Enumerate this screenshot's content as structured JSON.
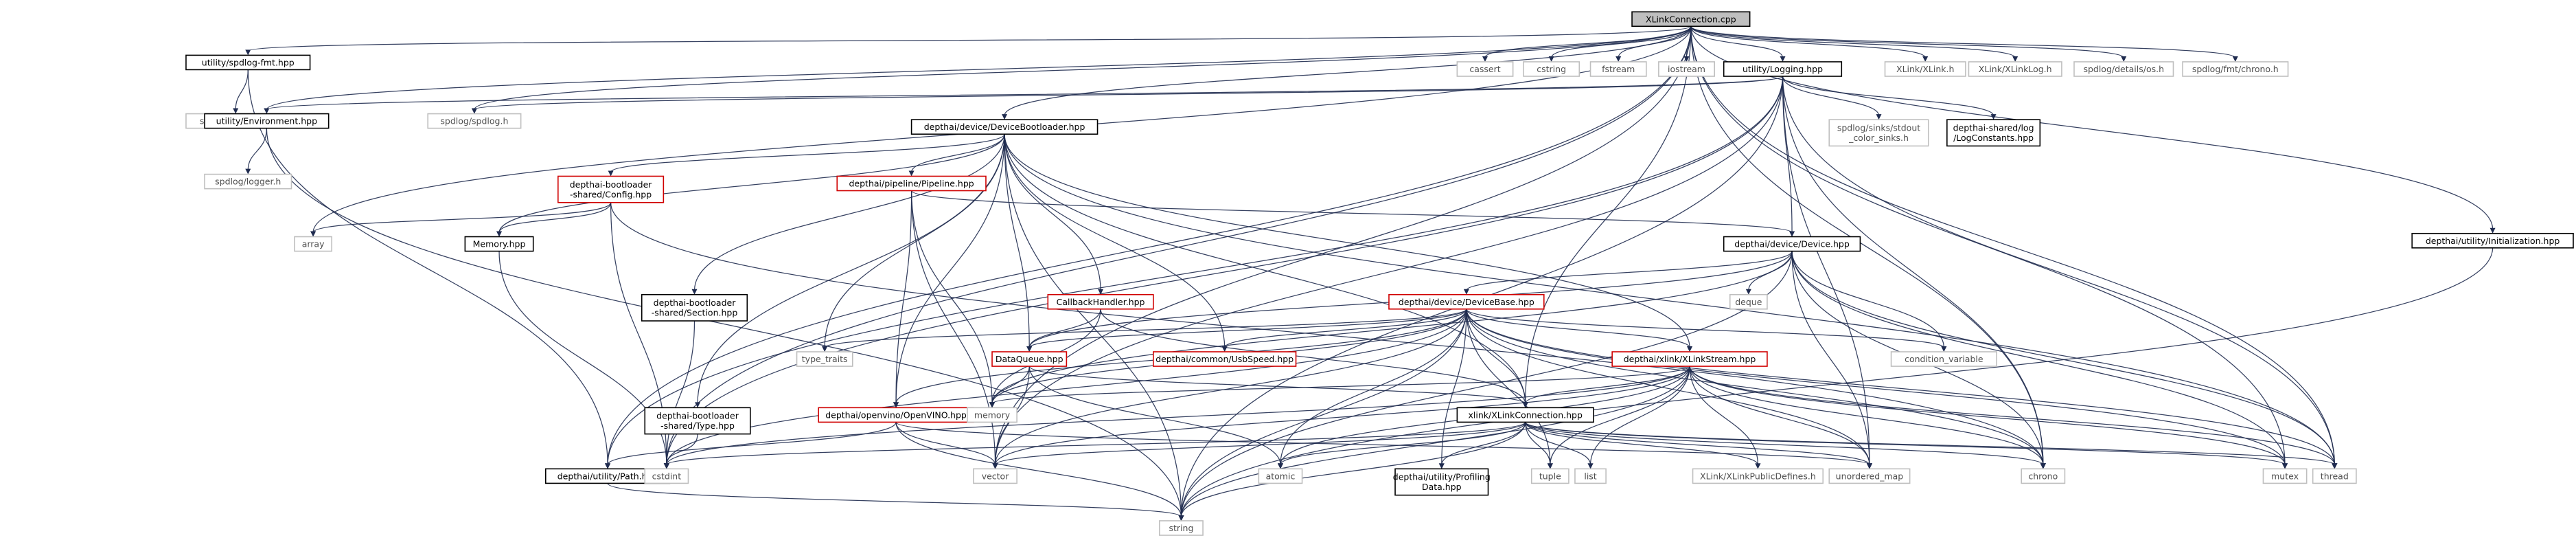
{
  "diagram": {
    "nodes": [
      {
        "id": "root",
        "lines": [
          "XLinkConnection.cpp"
        ],
        "style": "root"
      },
      {
        "id": "fmt_hpp",
        "lines": [
          "utility/spdlog-fmt.hpp"
        ],
        "style": "plain"
      },
      {
        "id": "fmt_h",
        "lines": [
          "spdlog/fmt/fmt.h"
        ],
        "style": "ext"
      },
      {
        "id": "env",
        "lines": [
          "utility/Environment.hpp"
        ],
        "style": "plain"
      },
      {
        "id": "logger",
        "lines": [
          "spdlog/logger.h"
        ],
        "style": "ext"
      },
      {
        "id": "spdlog_h",
        "lines": [
          "spdlog/spdlog.h"
        ],
        "style": "ext"
      },
      {
        "id": "cassert",
        "lines": [
          "cassert"
        ],
        "style": "ext"
      },
      {
        "id": "cstring",
        "lines": [
          "cstring"
        ],
        "style": "ext"
      },
      {
        "id": "fstream",
        "lines": [
          "fstream"
        ],
        "style": "ext"
      },
      {
        "id": "iostream",
        "lines": [
          "iostream"
        ],
        "style": "ext"
      },
      {
        "id": "logging",
        "lines": [
          "utility/Logging.hpp"
        ],
        "style": "plain"
      },
      {
        "id": "xlink_h",
        "lines": [
          "XLink/XLink.h"
        ],
        "style": "ext"
      },
      {
        "id": "xlinklog",
        "lines": [
          "XLink/XLinkLog.h"
        ],
        "style": "ext"
      },
      {
        "id": "details_os",
        "lines": [
          "spdlog/details/os.h"
        ],
        "style": "ext"
      },
      {
        "id": "chrono_h",
        "lines": [
          "spdlog/fmt/chrono.h"
        ],
        "style": "ext"
      },
      {
        "id": "init",
        "lines": [
          "depthai/utility/Initialization.hpp"
        ],
        "style": "plain"
      },
      {
        "id": "sinks",
        "lines": [
          "spdlog/sinks/stdout",
          "_color_sinks.h"
        ],
        "style": "ext"
      },
      {
        "id": "logconst",
        "lines": [
          "depthai-shared/log",
          "/LogConstants.hpp"
        ],
        "style": "plain"
      },
      {
        "id": "bootloader",
        "lines": [
          "depthai/device/DeviceBootloader.hpp"
        ],
        "style": "plain"
      },
      {
        "id": "bl_config",
        "lines": [
          "depthai-bootloader",
          "-shared/Config.hpp"
        ],
        "style": "red"
      },
      {
        "id": "pipeline",
        "lines": [
          "depthai/pipeline/Pipeline.hpp"
        ],
        "style": "red"
      },
      {
        "id": "device",
        "lines": [
          "depthai/device/Device.hpp"
        ],
        "style": "plain"
      },
      {
        "id": "array",
        "lines": [
          "array"
        ],
        "style": "ext"
      },
      {
        "id": "memory_hpp",
        "lines": [
          "Memory.hpp"
        ],
        "style": "plain"
      },
      {
        "id": "bl_section",
        "lines": [
          "depthai-bootloader",
          "-shared/Section.hpp"
        ],
        "style": "plain"
      },
      {
        "id": "callback",
        "lines": [
          "CallbackHandler.hpp"
        ],
        "style": "red"
      },
      {
        "id": "devicebase",
        "lines": [
          "depthai/device/DeviceBase.hpp"
        ],
        "style": "red"
      },
      {
        "id": "deque",
        "lines": [
          "deque"
        ],
        "style": "ext"
      },
      {
        "id": "condvar",
        "lines": [
          "condition_variable"
        ],
        "style": "ext"
      },
      {
        "id": "type_traits",
        "lines": [
          "type_traits"
        ],
        "style": "ext"
      },
      {
        "id": "dataqueue",
        "lines": [
          "DataQueue.hpp"
        ],
        "style": "red"
      },
      {
        "id": "usbspeed",
        "lines": [
          "depthai/common/UsbSpeed.hpp"
        ],
        "style": "red"
      },
      {
        "id": "xlinkstream",
        "lines": [
          "depthai/xlink/XLinkStream.hpp"
        ],
        "style": "red"
      },
      {
        "id": "bl_type",
        "lines": [
          "depthai-bootloader",
          "-shared/Type.hpp"
        ],
        "style": "plain"
      },
      {
        "id": "openvino",
        "lines": [
          "depthai/openvino/OpenVINO.hpp"
        ],
        "style": "red"
      },
      {
        "id": "memory",
        "lines": [
          "memory"
        ],
        "style": "ext"
      },
      {
        "id": "xlinkconn",
        "lines": [
          "xlink/XLinkConnection.hpp"
        ],
        "style": "plain"
      },
      {
        "id": "path",
        "lines": [
          "depthai/utility/Path.hpp"
        ],
        "style": "plain"
      },
      {
        "id": "cstdint",
        "lines": [
          "cstdint"
        ],
        "style": "ext"
      },
      {
        "id": "vector",
        "lines": [
          "vector"
        ],
        "style": "ext"
      },
      {
        "id": "atomic",
        "lines": [
          "atomic"
        ],
        "style": "ext"
      },
      {
        "id": "profiling",
        "lines": [
          "depthai/utility/Profiling",
          "Data.hpp"
        ],
        "style": "plain"
      },
      {
        "id": "tuple",
        "lines": [
          "tuple"
        ],
        "style": "ext"
      },
      {
        "id": "list",
        "lines": [
          "list"
        ],
        "style": "ext"
      },
      {
        "id": "xlinkdefs",
        "lines": [
          "XLink/XLinkPublicDefines.h"
        ],
        "style": "ext"
      },
      {
        "id": "unordered_map",
        "lines": [
          "unordered_map"
        ],
        "style": "ext"
      },
      {
        "id": "chrono",
        "lines": [
          "chrono"
        ],
        "style": "ext"
      },
      {
        "id": "mutex",
        "lines": [
          "mutex"
        ],
        "style": "ext"
      },
      {
        "id": "thread",
        "lines": [
          "thread"
        ],
        "style": "ext"
      },
      {
        "id": "string",
        "lines": [
          "string"
        ],
        "style": "ext"
      }
    ],
    "edges": [
      [
        "root",
        "fmt_hpp"
      ],
      [
        "root",
        "env"
      ],
      [
        "root",
        "array"
      ],
      [
        "root",
        "spdlog_h"
      ],
      [
        "root",
        "cassert"
      ],
      [
        "root",
        "cstring"
      ],
      [
        "root",
        "fstream"
      ],
      [
        "root",
        "iostream"
      ],
      [
        "root",
        "logging"
      ],
      [
        "root",
        "xlink_h"
      ],
      [
        "root",
        "xlinklog"
      ],
      [
        "root",
        "details_os"
      ],
      [
        "root",
        "chrono_h"
      ],
      [
        "root",
        "init"
      ],
      [
        "root",
        "xlinkconn"
      ],
      [
        "root",
        "thread"
      ],
      [
        "root",
        "mutex"
      ],
      [
        "root",
        "chrono"
      ],
      [
        "root",
        "cstdint"
      ],
      [
        "root",
        "vector"
      ],
      [
        "root",
        "bootloader"
      ],
      [
        "root",
        "path"
      ],
      [
        "fmt_hpp",
        "fmt_h"
      ],
      [
        "fmt_hpp",
        "path"
      ],
      [
        "env",
        "logger"
      ],
      [
        "env",
        "string"
      ],
      [
        "logging",
        "sinks"
      ],
      [
        "logging",
        "logconst"
      ],
      [
        "logging",
        "device"
      ],
      [
        "logging",
        "env"
      ],
      [
        "logging",
        "spdlog_h"
      ],
      [
        "logging",
        "chrono"
      ],
      [
        "logging",
        "unordered_map"
      ],
      [
        "logging",
        "thread"
      ],
      [
        "logging",
        "cstdint"
      ],
      [
        "logging",
        "string"
      ],
      [
        "logging",
        "path"
      ],
      [
        "logging",
        "vector"
      ],
      [
        "init",
        "string"
      ],
      [
        "bootloader",
        "bl_config"
      ],
      [
        "bootloader",
        "pipeline"
      ],
      [
        "bootloader",
        "memory_hpp"
      ],
      [
        "bootloader",
        "bl_section"
      ],
      [
        "bootloader",
        "bl_type"
      ],
      [
        "bootloader",
        "callback"
      ],
      [
        "bootloader",
        "dataqueue"
      ],
      [
        "bootloader",
        "type_traits"
      ],
      [
        "bootloader",
        "usbspeed"
      ],
      [
        "bootloader",
        "xlinkstream"
      ],
      [
        "bootloader",
        "xlinkconn"
      ],
      [
        "bootloader",
        "openvino"
      ],
      [
        "bootloader",
        "thread"
      ],
      [
        "bootloader",
        "string"
      ],
      [
        "bl_config",
        "array"
      ],
      [
        "bl_config",
        "memory_hpp"
      ],
      [
        "bl_config",
        "cstdint"
      ],
      [
        "bl_config",
        "chrono"
      ],
      [
        "memory_hpp",
        "cstdint"
      ],
      [
        "bl_section",
        "cstdint"
      ],
      [
        "bl_type",
        "cstdint"
      ],
      [
        "pipeline",
        "device"
      ],
      [
        "pipeline",
        "openvino"
      ],
      [
        "pipeline",
        "memory"
      ],
      [
        "pipeline",
        "vector"
      ],
      [
        "device",
        "devicebase"
      ],
      [
        "device",
        "deque"
      ],
      [
        "device",
        "condvar"
      ],
      [
        "device",
        "dataqueue"
      ],
      [
        "device",
        "memory"
      ],
      [
        "device",
        "chrono"
      ],
      [
        "device",
        "mutex"
      ],
      [
        "device",
        "unordered_map"
      ],
      [
        "device",
        "string"
      ],
      [
        "device",
        "thread"
      ],
      [
        "callback",
        "dataqueue"
      ],
      [
        "callback",
        "memory"
      ],
      [
        "callback",
        "xlinkconn"
      ],
      [
        "devicebase",
        "type_traits"
      ],
      [
        "devicebase",
        "usbspeed"
      ],
      [
        "devicebase",
        "condvar"
      ],
      [
        "devicebase",
        "dataqueue"
      ],
      [
        "devicebase",
        "openvino"
      ],
      [
        "devicebase",
        "memory"
      ],
      [
        "devicebase",
        "xlinkstream"
      ],
      [
        "devicebase",
        "xlinkconn"
      ],
      [
        "devicebase",
        "atomic"
      ],
      [
        "devicebase",
        "profiling"
      ],
      [
        "devicebase",
        "tuple"
      ],
      [
        "devicebase",
        "unordered_map"
      ],
      [
        "devicebase",
        "chrono"
      ],
      [
        "devicebase",
        "mutex"
      ],
      [
        "devicebase",
        "thread"
      ],
      [
        "devicebase",
        "string"
      ],
      [
        "devicebase",
        "vector"
      ],
      [
        "devicebase",
        "cstdint"
      ],
      [
        "dataqueue",
        "memory"
      ],
      [
        "dataqueue",
        "vector"
      ],
      [
        "dataqueue",
        "atomic"
      ],
      [
        "dataqueue",
        "xlinkconn"
      ],
      [
        "xlinkstream",
        "memory"
      ],
      [
        "xlinkstream",
        "xlinkconn"
      ],
      [
        "xlinkstream",
        "atomic"
      ],
      [
        "xlinkstream",
        "tuple"
      ],
      [
        "xlinkstream",
        "list"
      ],
      [
        "xlinkstream",
        "xlinkdefs"
      ],
      [
        "xlinkstream",
        "unordered_map"
      ],
      [
        "xlinkstream",
        "chrono"
      ],
      [
        "xlinkstream",
        "mutex"
      ],
      [
        "xlinkstream",
        "thread"
      ],
      [
        "xlinkstream",
        "string"
      ],
      [
        "xlinkstream",
        "vector"
      ],
      [
        "xlinkstream",
        "cstdint"
      ],
      [
        "openvino",
        "path"
      ],
      [
        "openvino",
        "vector"
      ],
      [
        "openvino",
        "string"
      ],
      [
        "openvino",
        "unordered_map"
      ],
      [
        "xlinkconn",
        "cstdint"
      ],
      [
        "xlinkconn",
        "vector"
      ],
      [
        "xlinkconn",
        "atomic"
      ],
      [
        "xlinkconn",
        "profiling"
      ],
      [
        "xlinkconn",
        "tuple"
      ],
      [
        "xlinkconn",
        "list"
      ],
      [
        "xlinkconn",
        "xlinkdefs"
      ],
      [
        "xlinkconn",
        "unordered_map"
      ],
      [
        "xlinkconn",
        "chrono"
      ],
      [
        "xlinkconn",
        "mutex"
      ],
      [
        "xlinkconn",
        "thread"
      ],
      [
        "xlinkconn",
        "string"
      ],
      [
        "path",
        "string"
      ]
    ]
  },
  "colors": {
    "edge": "#1f2b4f",
    "root_fill": "#bfbfbf",
    "plain_border": "#000000",
    "red_border": "#d00000",
    "ext_border": "#bfbfbf",
    "text": "#000000",
    "ext_text": "#4f4f4f"
  }
}
